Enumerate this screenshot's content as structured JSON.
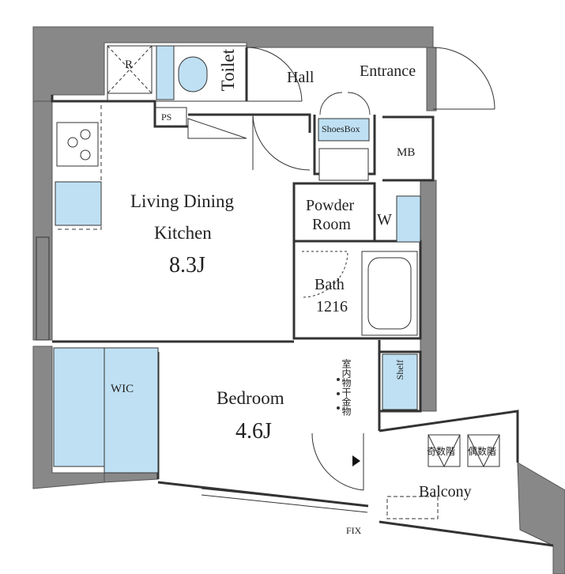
{
  "rooms": {
    "ldk_line1": "Living Dining",
    "ldk_line2": "Kitchen",
    "ldk_area": "8.3J",
    "bedroom": "Bedroom",
    "bedroom_area": "4.6J",
    "wic": "WIC",
    "toilet": "Toilet",
    "hall": "Hall",
    "entrance": "Entrance",
    "shoesbox": "ShoesBox",
    "mb": "MB",
    "powder_line1": "Powder",
    "powder_line2": "Room",
    "w": "W",
    "bath": "Bath",
    "bath_size": "1216",
    "shelf": "Shelf",
    "balcony": "Balcony",
    "r": "R",
    "ps": "PS",
    "fix": "FIX",
    "drying_hardware": "室内物干金物",
    "evac_odd": "奇数階",
    "evac_even": "偶数階"
  },
  "colors": {
    "wall": "#888888",
    "fixture": "#bfe0f3",
    "line": "#333333"
  }
}
